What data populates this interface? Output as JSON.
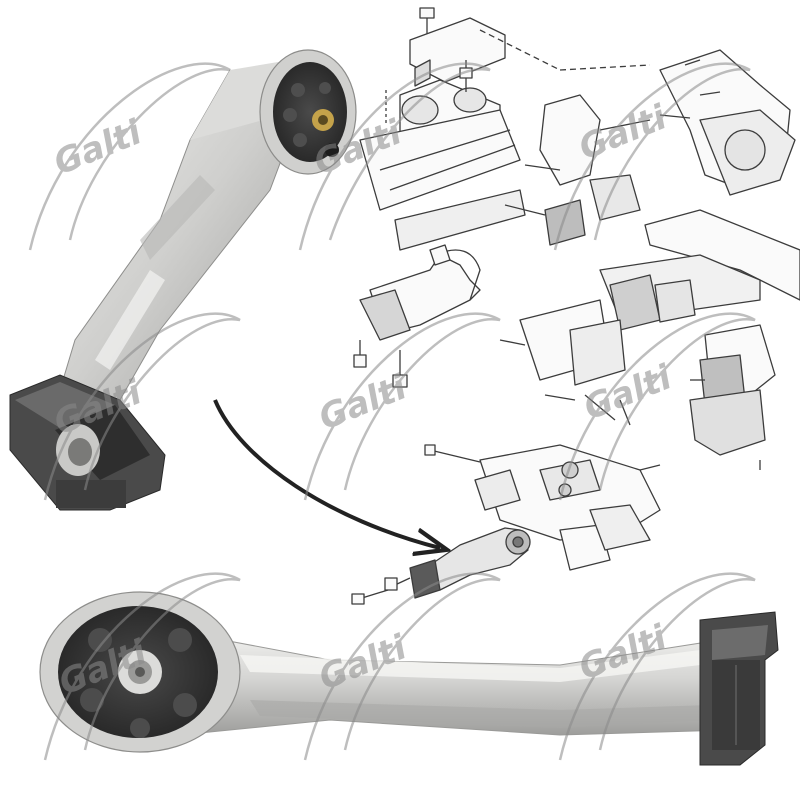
{
  "watermark": {
    "brand": "Galti",
    "color": "#8a8a8a"
  },
  "palette": {
    "metal_light": "#e4e4e2",
    "metal_mid": "#c2c2c0",
    "metal_dark": "#8c8c8a",
    "rubber": "#3a3a3a",
    "rubber_dark": "#262626",
    "line_art": "#3c3c3c",
    "arrow": "#222222"
  },
  "photos": [
    {
      "name": "mount-photo-diagonal",
      "view": "diagonal"
    },
    {
      "name": "mount-photo-horizontal",
      "view": "horizontal"
    }
  ],
  "diagram": {
    "style": "exploded-view line drawing",
    "highlight": "torque-rod-mount"
  },
  "arrow": {
    "direction": "points-from-photo-to-diagram-part"
  }
}
